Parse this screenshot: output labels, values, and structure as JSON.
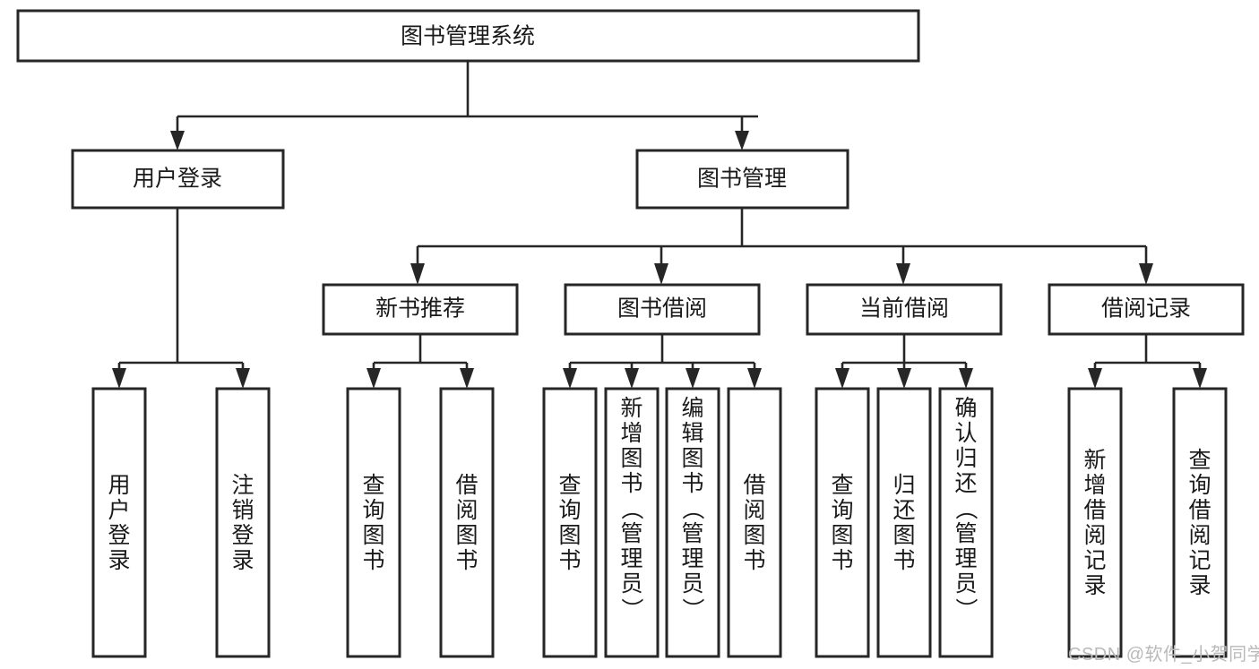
{
  "diagram": {
    "type": "hierarchy-tree",
    "title": "图书管理系统",
    "levels": 4,
    "root": {
      "id": "root",
      "label": "图书管理系统",
      "orientation": "horizontal"
    },
    "level2": [
      {
        "id": "user-login",
        "label": "用户登录",
        "orientation": "horizontal"
      },
      {
        "id": "book-management",
        "label": "图书管理",
        "orientation": "horizontal"
      }
    ],
    "level3": [
      {
        "id": "new-book-recommend",
        "label": "新书推荐",
        "parent": "book-management",
        "orientation": "horizontal"
      },
      {
        "id": "book-borrow",
        "label": "图书借阅",
        "parent": "book-management",
        "orientation": "horizontal"
      },
      {
        "id": "current-borrow",
        "label": "当前借阅",
        "parent": "book-management",
        "orientation": "horizontal"
      },
      {
        "id": "borrow-record",
        "label": "借阅记录",
        "parent": "book-management",
        "orientation": "horizontal"
      }
    ],
    "leaves": [
      {
        "id": "leaf-user-login",
        "label": "用户登录",
        "parent": "user-login",
        "orientation": "vertical",
        "align": "center"
      },
      {
        "id": "leaf-logout-login",
        "label": "注销登录",
        "parent": "user-login",
        "orientation": "vertical",
        "align": "center"
      },
      {
        "id": "leaf-query-book-1",
        "label": "查询图书",
        "parent": "new-book-recommend",
        "orientation": "vertical",
        "align": "center"
      },
      {
        "id": "leaf-borrow-book-1",
        "label": "借阅图书",
        "parent": "new-book-recommend",
        "orientation": "vertical",
        "align": "center"
      },
      {
        "id": "leaf-query-book-2",
        "label": "查询图书",
        "parent": "book-borrow",
        "orientation": "vertical",
        "align": "center"
      },
      {
        "id": "leaf-add-book-admin",
        "label": "新增图书（管理员）",
        "parent": "book-borrow",
        "orientation": "vertical",
        "align": "top"
      },
      {
        "id": "leaf-edit-book-admin",
        "label": "编辑图书（管理员）",
        "parent": "book-borrow",
        "orientation": "vertical",
        "align": "top"
      },
      {
        "id": "leaf-borrow-book-2",
        "label": "借阅图书",
        "parent": "book-borrow",
        "orientation": "vertical",
        "align": "center"
      },
      {
        "id": "leaf-query-book-3",
        "label": "查询图书",
        "parent": "current-borrow",
        "orientation": "vertical",
        "align": "center"
      },
      {
        "id": "leaf-return-book",
        "label": "归还图书",
        "parent": "current-borrow",
        "orientation": "vertical",
        "align": "center"
      },
      {
        "id": "leaf-confirm-return-admin",
        "label": "确认归还（管理员）",
        "parent": "current-borrow",
        "orientation": "vertical",
        "align": "top"
      },
      {
        "id": "leaf-add-borrow-record",
        "label": "新增借阅记录",
        "parent": "borrow-record",
        "orientation": "vertical",
        "align": "center"
      },
      {
        "id": "leaf-query-borrow-record",
        "label": "查询借阅记录",
        "parent": "borrow-record",
        "orientation": "vertical",
        "align": "center"
      }
    ]
  },
  "watermark": {
    "text": "CSDN @软件_小贺同学"
  },
  "colors": {
    "stroke": "#262626",
    "box_fill": "#ffffff",
    "text": "#1a1a1a",
    "watermark": "#b9b9b9",
    "background": "#ffffff"
  }
}
